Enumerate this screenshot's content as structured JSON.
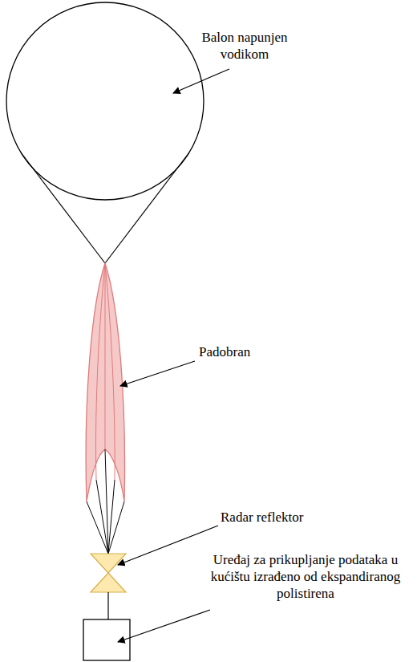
{
  "diagram": {
    "labels": [
      "Balon napunjen vodikom",
      "Padobran",
      "Radar reflektor",
      "Uređaj za prikupljanje podataka u kućištu izrađeno od ekspandiranog polistirena"
    ]
  }
}
